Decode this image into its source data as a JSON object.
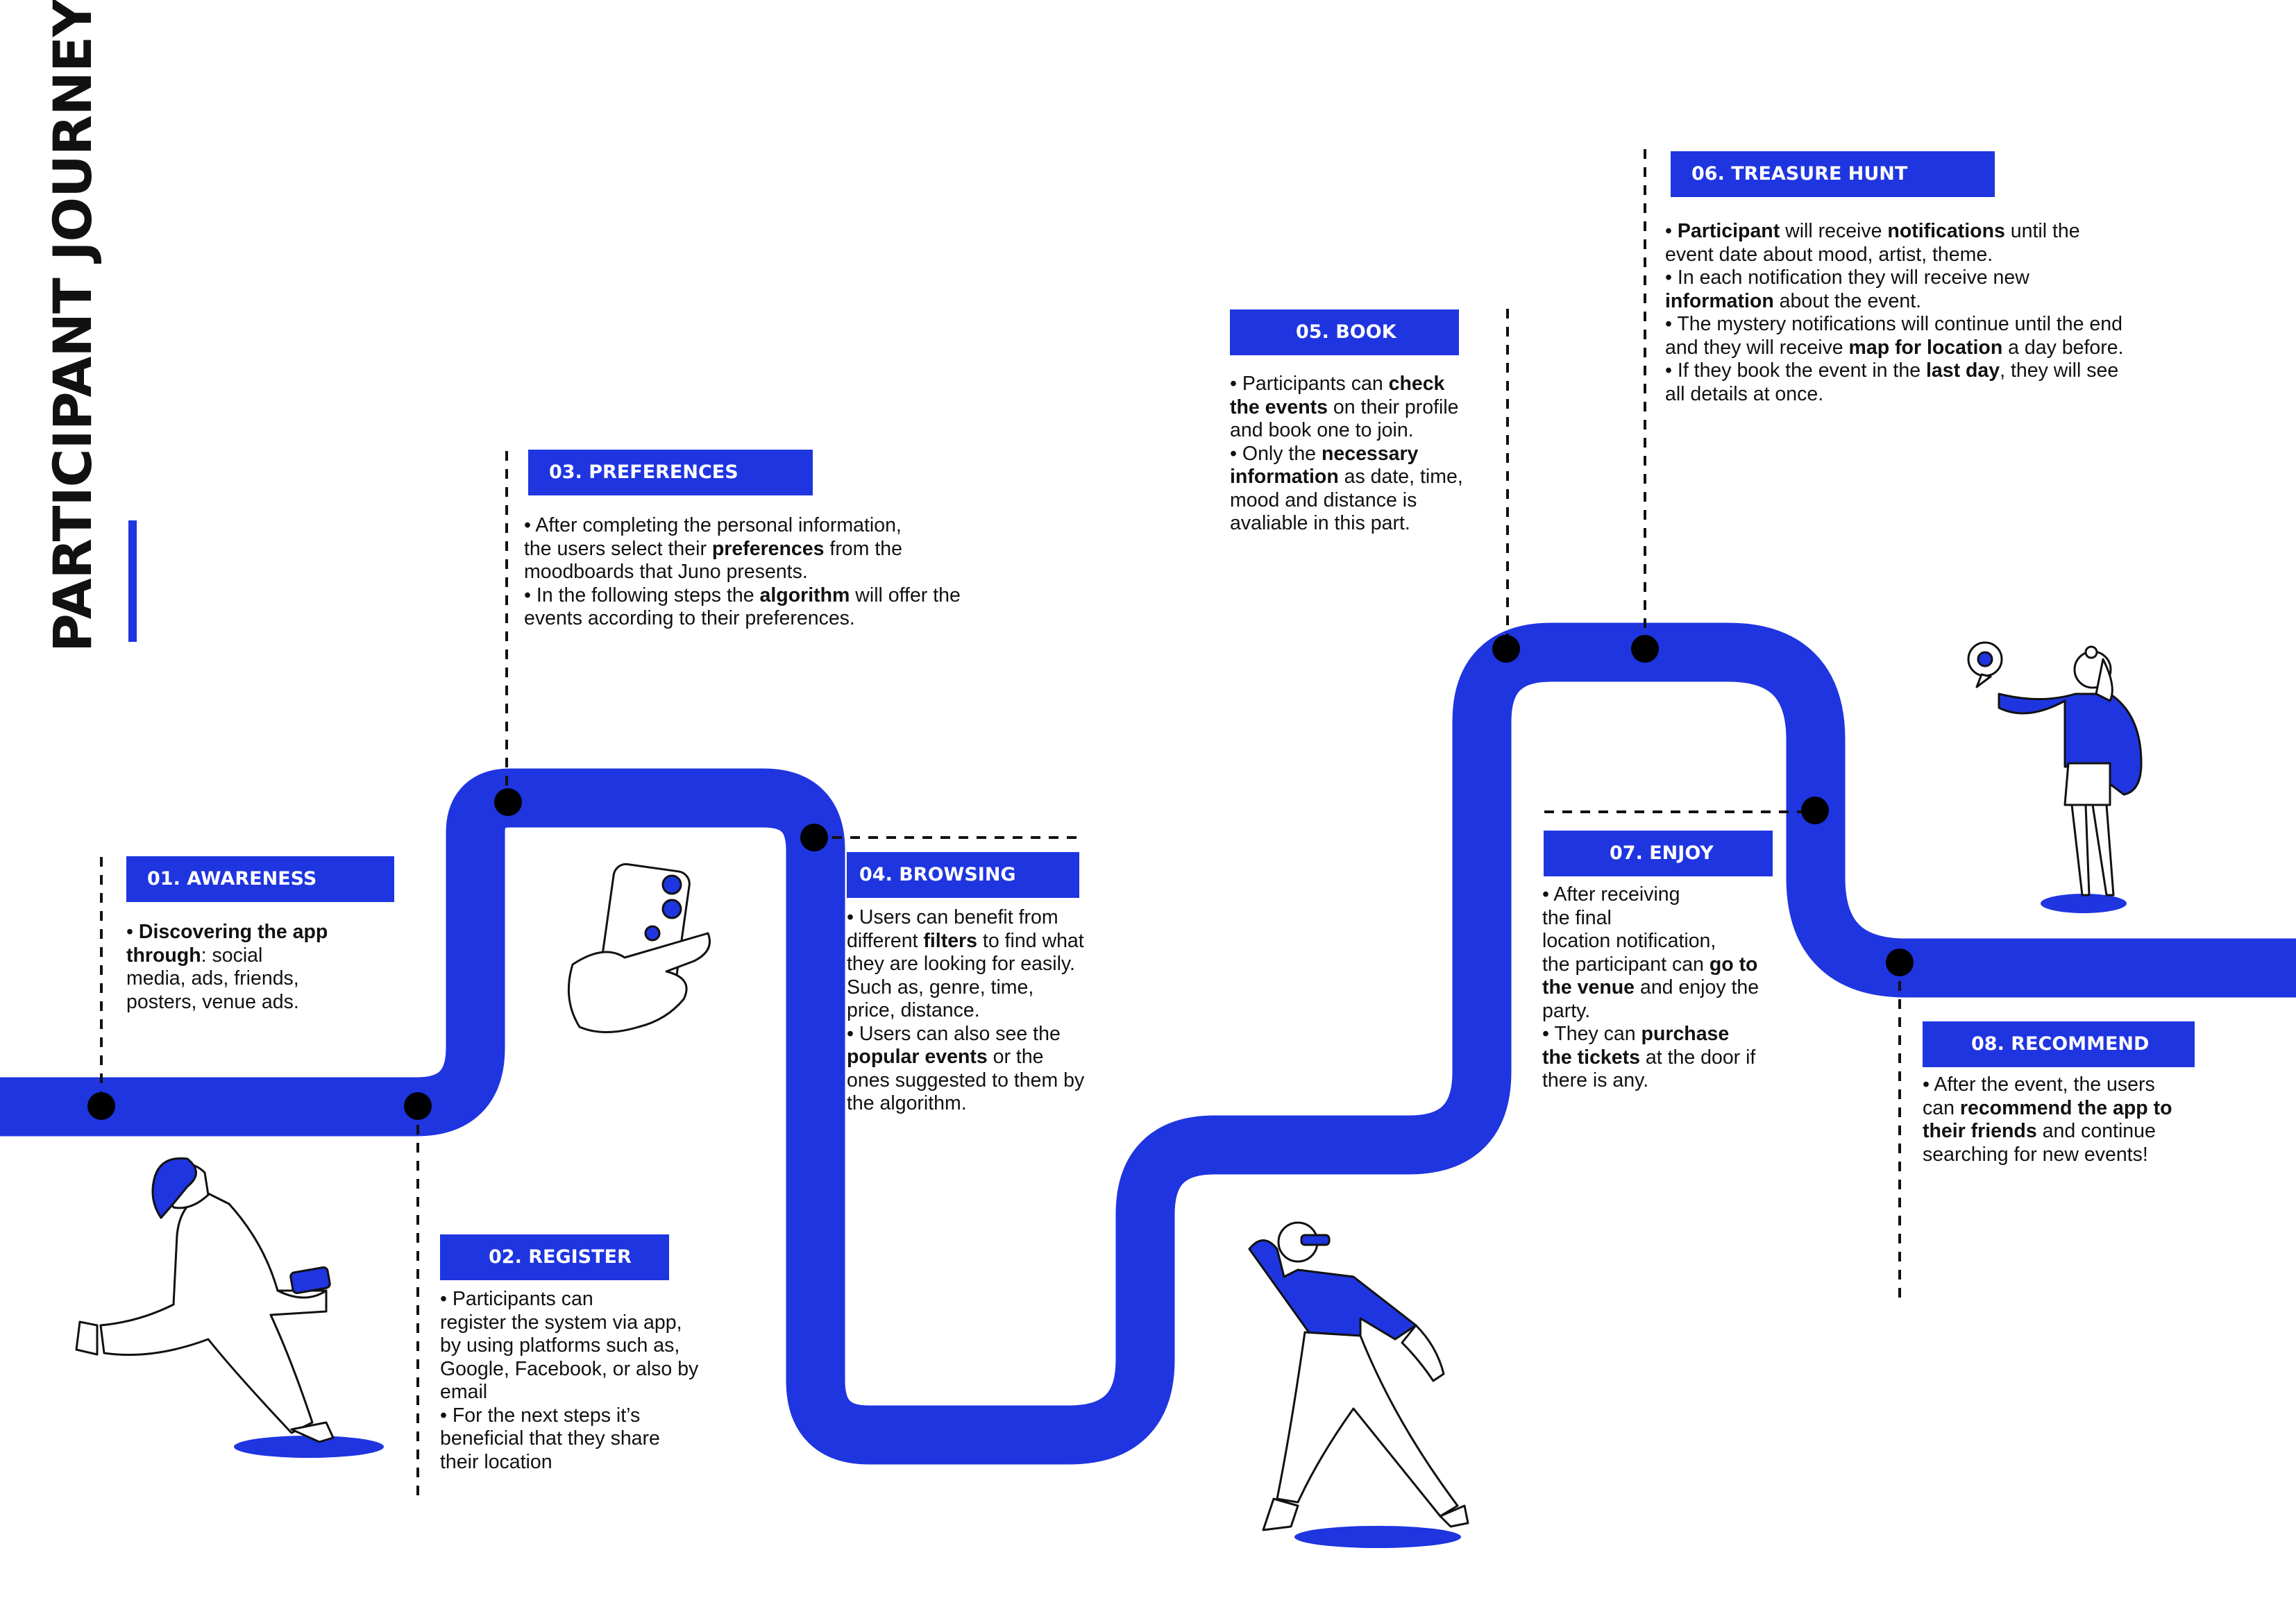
{
  "title": "PARTICIPANT JOURNEY",
  "colors": {
    "accent": "#1f35e0",
    "text": "#111111",
    "background": "#ffffff"
  },
  "steps": [
    {
      "label": "01.  AWARENESS",
      "lines": [
        [
          {
            "t": "• ",
            "b": false
          },
          {
            "t": "Discovering the app",
            "b": true
          }
        ],
        [
          {
            "t": "through",
            "b": true
          },
          {
            "t": ": social",
            "b": false
          }
        ],
        [
          {
            "t": "media, ads, friends,",
            "b": false
          }
        ],
        [
          {
            "t": "posters, venue ads.",
            "b": false
          }
        ]
      ]
    },
    {
      "label": "02. REGISTER",
      "lines": [
        [
          {
            "t": "•  Participants can",
            "b": false
          }
        ],
        [
          {
            "t": "    register the system via app,",
            "b": false
          }
        ],
        [
          {
            "t": "by using platforms such as,",
            "b": false
          }
        ],
        [
          {
            "t": "Google, Facebook, or also by",
            "b": false
          }
        ],
        [
          {
            "t": "email",
            "b": false
          }
        ],
        [
          {
            "t": "•  For the next steps it’s",
            "b": false
          }
        ],
        [
          {
            "t": "beneficial that they share",
            "b": false
          }
        ],
        [
          {
            "t": "their location",
            "b": false
          }
        ]
      ]
    },
    {
      "label": "03. PREFERENCES",
      "lines": [
        [
          {
            "t": "•  After completing the personal information,",
            "b": false
          }
        ],
        [
          {
            "t": "the users select their ",
            "b": false
          },
          {
            "t": "preferences",
            "b": true
          },
          {
            "t": " from the",
            "b": false
          }
        ],
        [
          {
            "t": "moodboards that Juno presents.",
            "b": false
          }
        ],
        [
          {
            "t": "•  In the following steps the ",
            "b": false
          },
          {
            "t": "algorithm",
            "b": true
          },
          {
            "t": " will offer the",
            "b": false
          }
        ],
        [
          {
            "t": "events according to their preferences.",
            "b": false
          }
        ]
      ]
    },
    {
      "label": "04. BROWSING",
      "lines": [
        [
          {
            "t": "•  Users can benefit from",
            "b": false
          }
        ],
        [
          {
            "t": "different ",
            "b": false
          },
          {
            "t": "filters",
            "b": true
          },
          {
            "t": " to find what",
            "b": false
          }
        ],
        [
          {
            "t": "they are looking for easily.",
            "b": false
          }
        ],
        [
          {
            "t": "Such as, genre, time,",
            "b": false
          }
        ],
        [
          {
            "t": "price, distance.",
            "b": false
          }
        ],
        [
          {
            "t": "•  Users can also see the",
            "b": false
          }
        ],
        [
          {
            "t": "popular events",
            "b": true
          },
          {
            "t": " or the",
            "b": false
          }
        ],
        [
          {
            "t": "ones suggested to them by",
            "b": false
          }
        ],
        [
          {
            "t": "the algorithm.",
            "b": false
          }
        ]
      ]
    },
    {
      "label": "05. BOOK",
      "lines": [
        [
          {
            "t": "•  Participants can ",
            "b": false
          },
          {
            "t": "check",
            "b": true
          }
        ],
        [
          {
            "t": "the events",
            "b": true
          },
          {
            "t": " on their profile",
            "b": false
          }
        ],
        [
          {
            "t": "and book one to join.",
            "b": false
          }
        ],
        [
          {
            "t": "•  Only the ",
            "b": false
          },
          {
            "t": "necessary",
            "b": true
          }
        ],
        [
          {
            "t": "information",
            "b": true
          },
          {
            "t": " as date, time,",
            "b": false
          }
        ],
        [
          {
            "t": "mood and distance is",
            "b": false
          }
        ],
        [
          {
            "t": "avaliable in this part.",
            "b": false
          }
        ]
      ]
    },
    {
      "label": "06. TREASURE HUNT",
      "lines": [
        [
          {
            "t": "• ",
            "b": false
          },
          {
            "t": "Participant",
            "b": true
          },
          {
            "t": " will receive ",
            "b": false
          },
          {
            "t": "notifications",
            "b": true
          },
          {
            "t": " until the",
            "b": false
          }
        ],
        [
          {
            "t": "event date about mood, artist, theme.",
            "b": false
          }
        ],
        [
          {
            "t": "•  In each notification they will receive new",
            "b": false
          }
        ],
        [
          {
            "t": "information",
            "b": true
          },
          {
            "t": " about the event.",
            "b": false
          }
        ],
        [
          {
            "t": "•  The mystery notifications will continue until the end",
            "b": false
          }
        ],
        [
          {
            "t": "and they will receive ",
            "b": false
          },
          {
            "t": "map for location",
            "b": true
          },
          {
            "t": " a day before.",
            "b": false
          }
        ],
        [
          {
            "t": "•  If they book the event in the ",
            "b": false
          },
          {
            "t": "last day",
            "b": true
          },
          {
            "t": ", they will see",
            "b": false
          }
        ],
        [
          {
            "t": "all details at once.",
            "b": false
          }
        ]
      ]
    },
    {
      "label": "07. ENJOY",
      "lines": [
        [
          {
            "t": "•  After receiving",
            "b": false
          }
        ],
        [
          {
            "t": "the final",
            "b": false
          }
        ],
        [
          {
            "t": "location notification,",
            "b": false
          }
        ],
        [
          {
            "t": "the participant can ",
            "b": false
          },
          {
            "t": "go to",
            "b": true
          }
        ],
        [
          {
            "t": "the venue",
            "b": true
          },
          {
            "t": " and enjoy the",
            "b": false
          }
        ],
        [
          {
            "t": "party.",
            "b": false
          }
        ],
        [
          {
            "t": "•  They can ",
            "b": false
          },
          {
            "t": "purchase",
            "b": true
          }
        ],
        [
          {
            "t": "the tickets",
            "b": true
          },
          {
            "t": " at the door if",
            "b": false
          }
        ],
        [
          {
            "t": "there is any.",
            "b": false
          }
        ]
      ]
    },
    {
      "label": "08. RECOMMEND",
      "lines": [
        [
          {
            "t": "•  After the event, the users",
            "b": false
          }
        ],
        [
          {
            "t": "can ",
            "b": false
          },
          {
            "t": "recommend the app to",
            "b": true
          }
        ],
        [
          {
            "t": "their friends",
            "b": true
          },
          {
            "t": " and continue",
            "b": false
          }
        ],
        [
          {
            "t": "searching for new events!",
            "b": false
          }
        ]
      ]
    }
  ]
}
